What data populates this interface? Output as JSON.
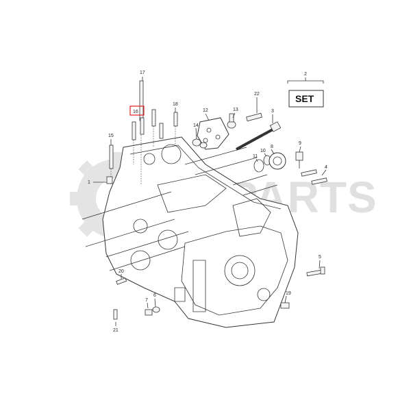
{
  "watermark": {
    "text": "RMPARTS",
    "color": "#c8c8c8"
  },
  "set_box": {
    "label": "SET"
  },
  "highlight_color": "#e02020",
  "callouts": [
    {
      "id": "17",
      "label": "17"
    },
    {
      "id": "16",
      "label": "16",
      "highlighted": true
    },
    {
      "id": "18",
      "label": "18"
    },
    {
      "id": "15",
      "label": "15"
    },
    {
      "id": "1",
      "label": "1"
    },
    {
      "id": "12",
      "label": "12"
    },
    {
      "id": "13",
      "label": "13"
    },
    {
      "id": "14",
      "label": "14"
    },
    {
      "id": "22",
      "label": "22"
    },
    {
      "id": "2",
      "label": "2"
    },
    {
      "id": "3",
      "label": "3"
    },
    {
      "id": "11",
      "label": "11"
    },
    {
      "id": "10",
      "label": "10"
    },
    {
      "id": "8",
      "label": "8"
    },
    {
      "id": "9",
      "label": "9"
    },
    {
      "id": "4",
      "label": "4"
    },
    {
      "id": "5",
      "label": "5"
    },
    {
      "id": "20",
      "label": "20"
    },
    {
      "id": "7",
      "label": "7"
    },
    {
      "id": "6",
      "label": "6"
    },
    {
      "id": "19",
      "label": "19"
    },
    {
      "id": "21",
      "label": "21"
    }
  ]
}
